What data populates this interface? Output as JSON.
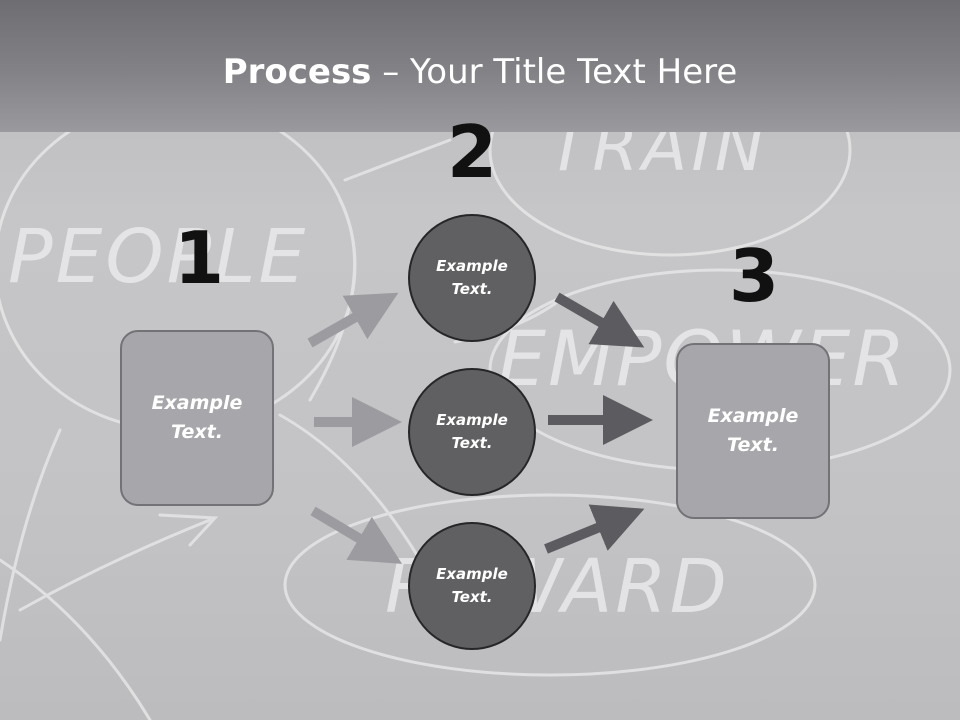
{
  "title": {
    "bold": "Process",
    "rest": " – Your Title Text Here"
  },
  "steps": [
    {
      "number": "1",
      "text": "Example Text."
    },
    {
      "number": "2",
      "items": [
        {
          "text": "Example Text."
        },
        {
          "text": "Example Text."
        },
        {
          "text": "Example Text."
        }
      ]
    },
    {
      "number": "3",
      "text": "Example Text."
    }
  ],
  "background_words": [
    "PEOPLE",
    "TRAIN",
    "EMPOWER",
    "REWARD"
  ],
  "colors": {
    "title_bar": "#7a7a7f",
    "box_fill": "#a7a7ab",
    "circle_fill": "#606063",
    "arrow_light": "#9c9ca0",
    "arrow_dark": "#5c5c60",
    "chalk": "#e6e6e8"
  }
}
